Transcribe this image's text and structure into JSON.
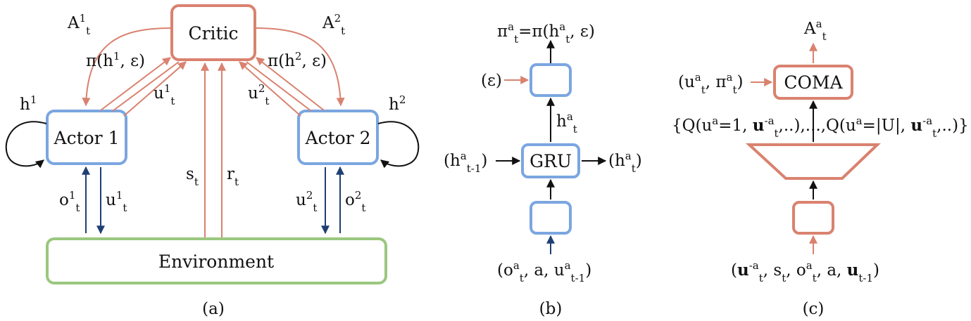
{
  "panel_a": {
    "caption": "(a)",
    "critic": "Critic",
    "actor1": "Actor 1",
    "actor2": "Actor 2",
    "environment": "Environment",
    "A1": {
      "base": "A",
      "sup": "1",
      "sub": "t"
    },
    "A2": {
      "base": "A",
      "sup": "2",
      "sub": "t"
    },
    "pi1": {
      "pre": "π(h",
      "sup": "1",
      "post": ", ε)"
    },
    "pi2": {
      "pre": "π(h",
      "sup": "2",
      "post": ", ε)"
    },
    "h1": {
      "base": "h",
      "sup": "1"
    },
    "h2": {
      "base": "h",
      "sup": "2"
    },
    "u1_up": {
      "base": "u",
      "sup": "1",
      "sub": "t"
    },
    "u2_up": {
      "base": "u",
      "sup": "2",
      "sub": "t"
    },
    "o1": {
      "base": "o",
      "sup": "1",
      "sub": "t"
    },
    "u1_down": {
      "base": "u",
      "sup": "1",
      "sub": "t"
    },
    "u2_down": {
      "base": "u",
      "sup": "2",
      "sub": "t"
    },
    "o2": {
      "base": "o",
      "sup": "2",
      "sub": "t"
    },
    "s": {
      "base": "s",
      "sub": "t"
    },
    "r": {
      "base": "r",
      "sub": "t"
    }
  },
  "panel_b": {
    "caption": "(b)",
    "gru": "GRU",
    "top": {
      "p1": "π",
      "s1": "a",
      "b1": "t",
      "p2": "=π(h",
      "s2": "a",
      "b2": "t",
      "p3": ", ε)"
    },
    "eps": "(ε)",
    "h_mid": {
      "base": "h",
      "sup": "a",
      "sub": "t"
    },
    "h_in": {
      "pre": "(h",
      "sup": "a",
      "sub": "t-1",
      "post": ")"
    },
    "h_out": {
      "pre": "(h",
      "sup": "a",
      "sub": "t",
      "post": ")"
    },
    "input": {
      "p1": "(o",
      "s1": "a",
      "b1": "t",
      "p2": ", a, u",
      "s2": "a",
      "b2": "t-1",
      "p3": ")"
    }
  },
  "panel_c": {
    "caption": "(c)",
    "coma": "COMA",
    "A": {
      "base": "A",
      "sup": "a",
      "sub": "t"
    },
    "left_in": {
      "p1": "(u",
      "s1": "a",
      "b1": "t",
      "p2": ", π",
      "s2": "a",
      "b2": "t",
      "p3": ")"
    },
    "q_line": {
      "p1": "{Q(u",
      "s1": "a",
      "p2": "=1, ",
      "bold1": "u",
      "s2": "-a",
      "b2": "t",
      "p3": ",..),...,Q(u",
      "s3": "a",
      "p4": "=|U|, ",
      "bold2": "u",
      "s4": "-a",
      "b4": "t",
      "p5": ",..)}"
    },
    "input": {
      "p1": "(",
      "bold1": "u",
      "s1": "-a",
      "b1": "t",
      "p2": ", s",
      "b2": "t",
      "p3": ", o",
      "s3": "a",
      "b3": "t",
      "p4": ", a, ",
      "bold2": "u",
      "b4": "t-1",
      "p5": ")"
    }
  },
  "colors": {
    "critic": "#d9826f",
    "actor": "#7ba6e0",
    "environment": "#9bc77f",
    "blue_arrow": "#1f3f73",
    "black": "#111111"
  }
}
